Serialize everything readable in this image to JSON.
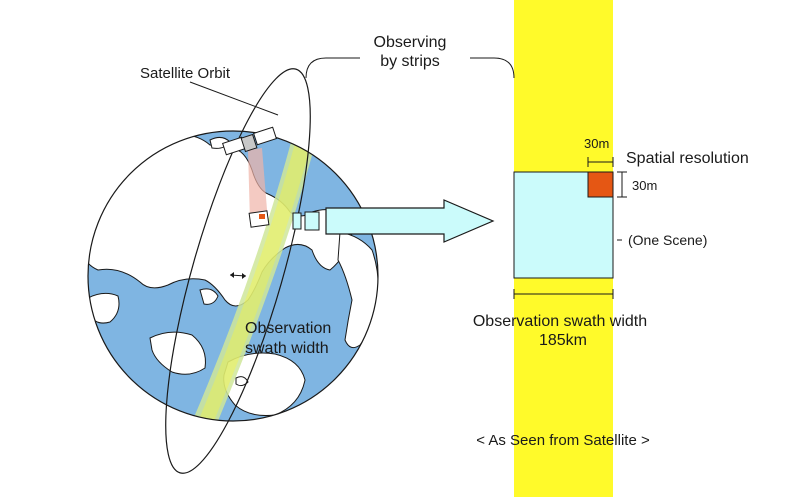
{
  "labels": {
    "satellite_orbit": "Satellite Orbit",
    "observing_line1": "Observing",
    "observing_line2": "by strips",
    "observation_line1": "Observation",
    "observation_line2": "swath width",
    "res_top": "30m",
    "res_side": "30m",
    "spatial_resolution": "Spatial resolution",
    "one_scene": "(One Scene)",
    "swath_title": "Observation swath width",
    "swath_value": "185km",
    "as_seen": "< As Seen from Satellite >"
  },
  "colors": {
    "ocean": "#7fb5e2",
    "land": "#ffffff",
    "strip": "#fffa2a",
    "swath_band": "#cfe69a",
    "scene": "#cbfbfb",
    "pixel": "#e55714",
    "arrow": "#cbfbfb",
    "outline": "#1a1a1a"
  }
}
